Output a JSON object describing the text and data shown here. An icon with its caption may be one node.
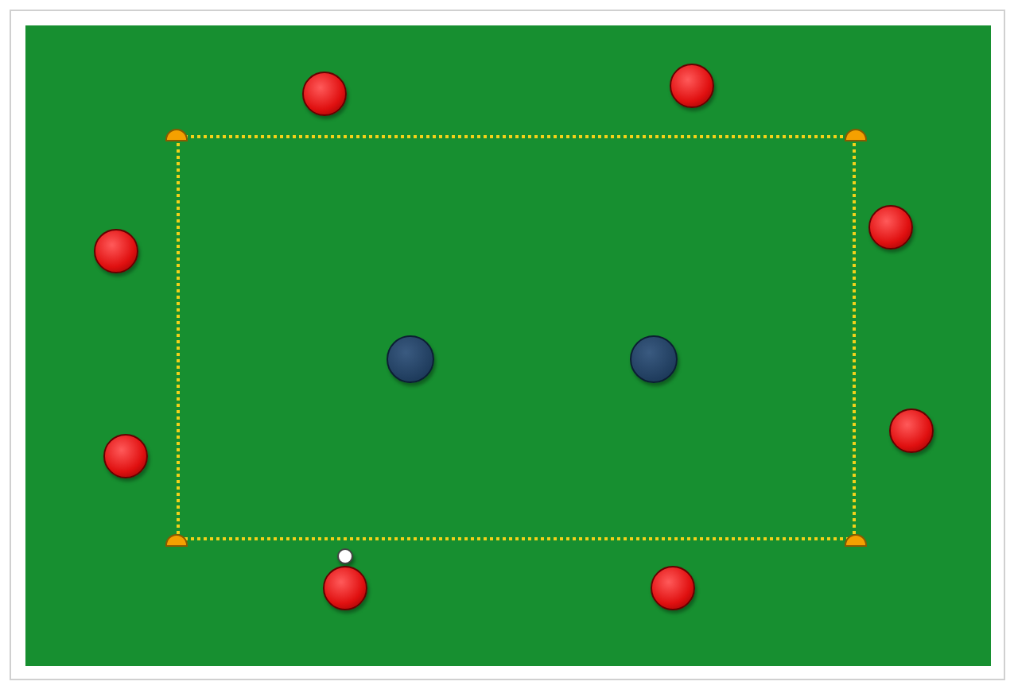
{
  "diagram": {
    "nodes": [
      {
        "text": [],
        "shape": "box"
      },
      {
        "text": [],
        "shape": "circle"
      },
      {
        "text": [],
        "shape": "circle"
      },
      {
        "text": [],
        "shape": "circle"
      },
      {
        "text": [],
        "shape": "circle"
      },
      {
        "text": [],
        "shape": "circle",
        "in": 0
      },
      {
        "text": [],
        "shape": "circle",
        "in": 0
      },
      {
        "text": [],
        "shape": "circle"
      },
      {
        "text": [],
        "shape": "circle"
      },
      {
        "text": [],
        "shape": "circle"
      },
      {
        "text": [],
        "shape": "circle"
      },
      {
        "text": [],
        "shape": "circle"
      }
    ]
  }
}
